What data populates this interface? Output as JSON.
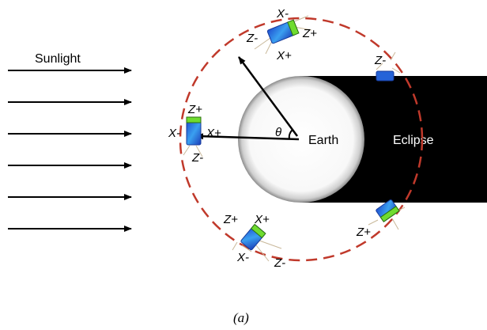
{
  "labels": {
    "sunlight": "Sunlight",
    "earth": "Earth",
    "eclipse": "Eclipse",
    "theta": "θ",
    "caption": "(a)"
  },
  "satellites": [
    {
      "name": "top",
      "axes": {
        "x_minus": "X-",
        "z_plus": "Z+",
        "z_minus": "Z-",
        "x_plus": "X+"
      }
    },
    {
      "name": "left",
      "axes": {
        "z_plus": "Z+",
        "x_minus": "X-",
        "x_plus": "X+",
        "z_minus": "Z-"
      }
    },
    {
      "name": "bottom-left",
      "axes": {
        "z_plus": "Z+",
        "x_plus": "X+",
        "x_minus": "X-",
        "z_minus": "Z-"
      }
    },
    {
      "name": "upper-right",
      "axes": {
        "z_minus": "Z-"
      }
    },
    {
      "name": "lower-right",
      "axes": {
        "z_plus": "Z+"
      }
    }
  ],
  "colors": {
    "orbit": "#c0392b",
    "eclipse": "#000000",
    "satellite_body": "#2563d8",
    "satellite_face": "#6fdc2f",
    "arrow": "#000000"
  }
}
